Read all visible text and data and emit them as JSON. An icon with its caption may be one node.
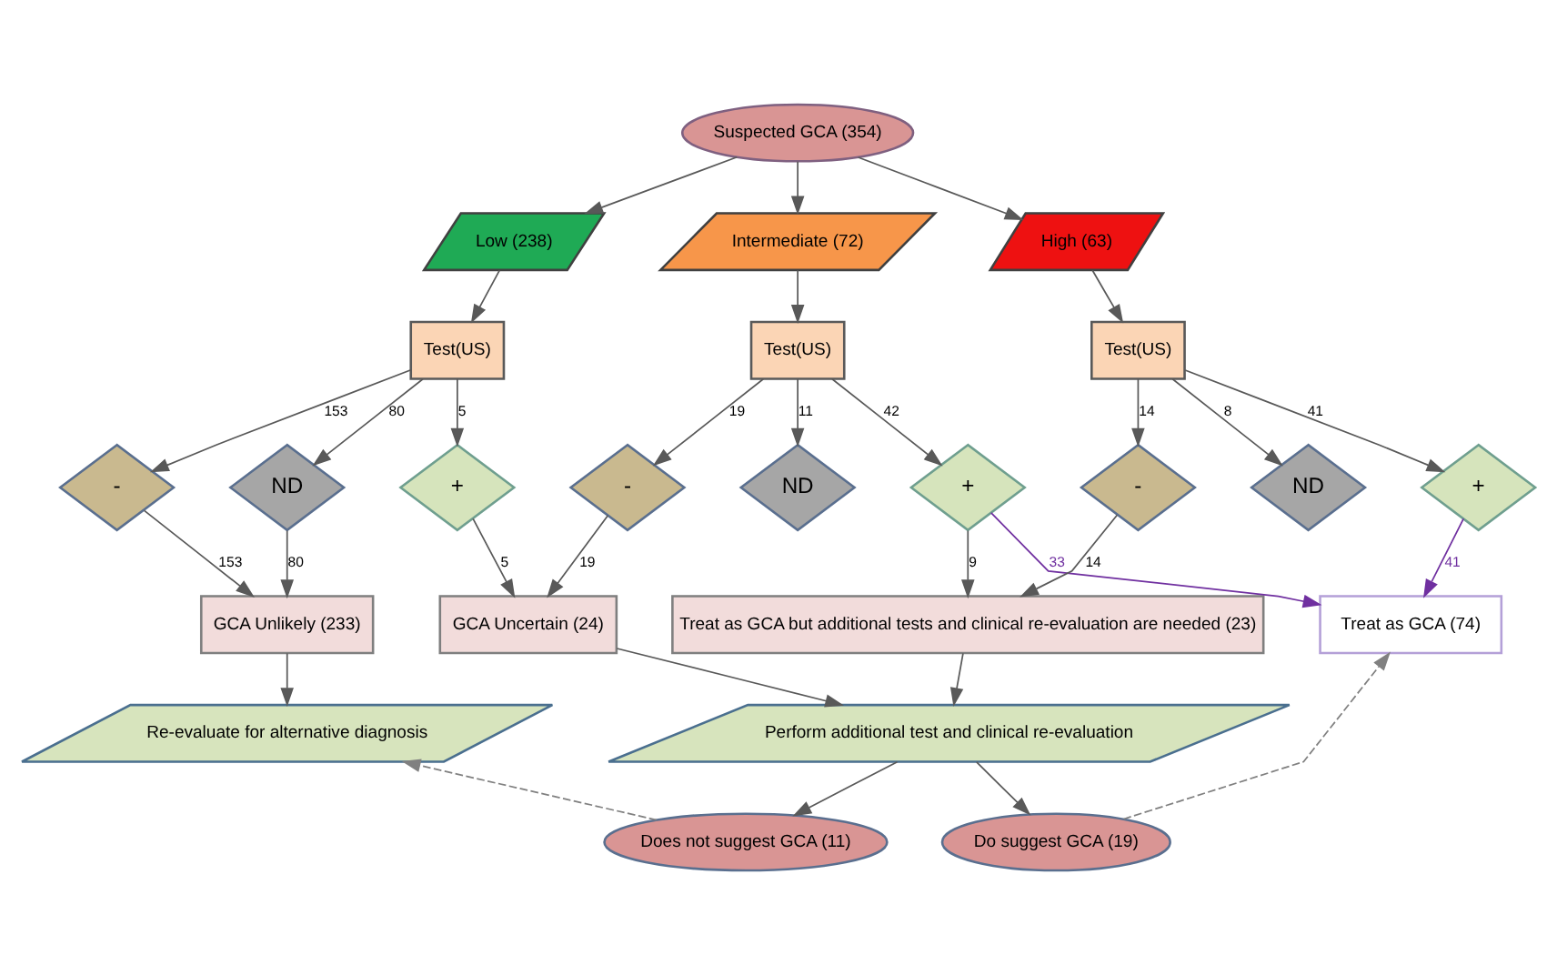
{
  "diagram": {
    "nodes": [
      {
        "text": [
          "Suspected GCA (354)"
        ]
      },
      {
        "text": [
          "Low (238)"
        ]
      },
      {
        "text": [
          "Intermediate (72)"
        ]
      },
      {
        "text": [
          "High (63)"
        ]
      },
      {
        "text": [
          "Test(US)"
        ]
      },
      {
        "text": [
          "Test(US)"
        ]
      },
      {
        "text": [
          "Test(US)"
        ]
      },
      {
        "text": [
          "-"
        ]
      },
      {
        "text": [
          "ND"
        ]
      },
      {
        "text": [
          "+"
        ]
      },
      {
        "text": [
          "-"
        ]
      },
      {
        "text": [
          "ND"
        ]
      },
      {
        "text": [
          "+"
        ]
      },
      {
        "text": [
          "-"
        ]
      },
      {
        "text": [
          "ND"
        ]
      },
      {
        "text": [
          "+"
        ]
      },
      {
        "text": [
          "GCA Unlikely (233)"
        ]
      },
      {
        "text": [
          "GCA Uncertain (24)"
        ]
      },
      {
        "text": [
          "Treat as GCA but additional tests and clinical re-evaluation are needed (23)"
        ]
      },
      {
        "text": [
          "Treat as GCA (74)"
        ]
      },
      {
        "text": [
          "Re-evaluate for alternative diagnosis"
        ]
      },
      {
        "text": [
          "Perform additional test and clinical re-evaluation"
        ]
      },
      {
        "text": [
          "Does not suggest GCA (11)"
        ]
      },
      {
        "text": [
          "Do suggest GCA (19)"
        ]
      }
    ],
    "edges": [
      {
        "from": 0,
        "to": 1,
        "arrow": "to"
      },
      {
        "from": 0,
        "to": 2,
        "arrow": "to"
      },
      {
        "from": 0,
        "to": 3,
        "arrow": "to"
      },
      {
        "from": 1,
        "to": 4,
        "arrow": "to"
      },
      {
        "from": 2,
        "to": 5,
        "arrow": "to"
      },
      {
        "from": 3,
        "to": 6,
        "arrow": "to"
      },
      {
        "from": 4,
        "to": 7,
        "arrow": "to",
        "label": "153"
      },
      {
        "from": 4,
        "to": 8,
        "arrow": "to",
        "label": "80"
      },
      {
        "from": 4,
        "to": 9,
        "arrow": "to",
        "label": "5"
      },
      {
        "from": 5,
        "to": 10,
        "arrow": "to",
        "label": "19"
      },
      {
        "from": 5,
        "to": 11,
        "arrow": "to",
        "label": "11"
      },
      {
        "from": 5,
        "to": 12,
        "arrow": "to",
        "label": "42"
      },
      {
        "from": 6,
        "to": 13,
        "arrow": "to",
        "label": "14"
      },
      {
        "from": 6,
        "to": 14,
        "arrow": "to",
        "label": "8"
      },
      {
        "from": 6,
        "to": 15,
        "arrow": "to",
        "label": "41"
      },
      {
        "from": 7,
        "to": 16,
        "arrow": "to",
        "label": "153"
      },
      {
        "from": 8,
        "to": 16,
        "arrow": "to",
        "label": "80"
      },
      {
        "from": 9,
        "to": 17,
        "arrow": "to",
        "label": "5"
      },
      {
        "from": 10,
        "to": 17,
        "arrow": "to",
        "label": "19"
      },
      {
        "from": 12,
        "to": 18,
        "arrow": "to",
        "label": "9"
      },
      {
        "from": 12,
        "to": 19,
        "arrow": "to",
        "label": "33",
        "color": "#7030a0"
      },
      {
        "from": 13,
        "to": 18,
        "arrow": "to",
        "label": "14"
      },
      {
        "from": 15,
        "to": 19,
        "arrow": "to",
        "label": "41",
        "color": "#7030a0"
      },
      {
        "from": 16,
        "to": 20,
        "arrow": "to"
      },
      {
        "from": 17,
        "to": 21,
        "arrow": "to"
      },
      {
        "from": 18,
        "to": 21,
        "arrow": "to"
      },
      {
        "from": 21,
        "to": 22,
        "arrow": "to"
      },
      {
        "from": 21,
        "to": 23,
        "arrow": "to"
      },
      {
        "from": 22,
        "to": 20,
        "arrow": "to",
        "style": "dashed",
        "color": "#808080"
      },
      {
        "from": 23,
        "to": 19,
        "arrow": "to",
        "style": "dashed",
        "color": "#808080"
      }
    ]
  }
}
